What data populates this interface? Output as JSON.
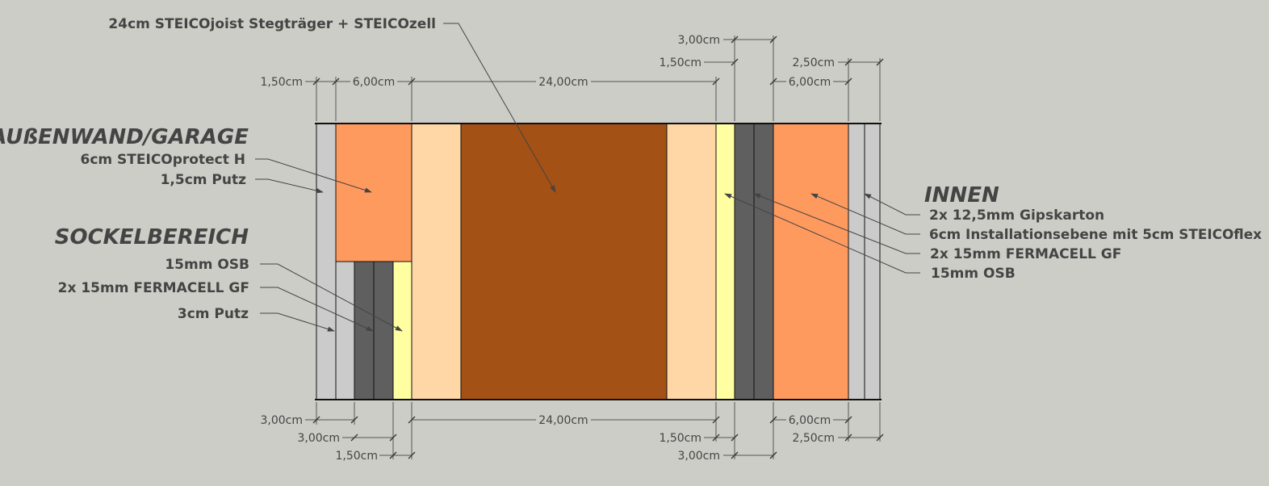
{
  "headings": {
    "exterior": "AUßENWAND/GARAGE",
    "plinth": "SOCKELBEREICH",
    "interior": "INNEN"
  },
  "labels": {
    "top": "24cm STEICOjoist Stegträger + STEICOzell",
    "ext_steico": "6cm STEICOprotect H",
    "ext_putz": "1,5cm Putz",
    "plinth_osb": "15mm OSB",
    "plinth_fermacell": "2x 15mm FERMACELL GF",
    "plinth_putz": "3cm Putz",
    "int_gips": "2x 12,5mm Gipskarton",
    "int_install": "6cm Installationsebene mit 5cm STEICOflex",
    "int_fermacell": "2x 15mm FERMACELL GF",
    "int_osb": "15mm OSB"
  },
  "dimensions": {
    "top_putz": "1,50cm",
    "top_steico": "6,00cm",
    "top_joist": "24,00cm",
    "top_fermacell": "3,00cm",
    "top_osb": "1,50cm",
    "top_install": "6,00cm",
    "top_gips": "2,50cm",
    "bot_putz": "3,00cm",
    "bot_fermacell": "3,00cm",
    "bot_osb": "1,50cm",
    "bot_joist": "24,00cm",
    "bot_osb_r": "1,50cm",
    "bot_fermacell_r": "3,00cm",
    "bot_install": "6,00cm",
    "bot_gips": "2,50cm"
  },
  "colors": {
    "background": "#cdcdc7",
    "putz": "#cbcbcb",
    "steico_protect": "#ff9a5e",
    "fermacell": "#5f5f5f",
    "osb": "#ffffa2",
    "flange": "#ffd6a6",
    "web": "#a35114",
    "install": "#ff9a5e",
    "gips": "#cbcbcb"
  }
}
